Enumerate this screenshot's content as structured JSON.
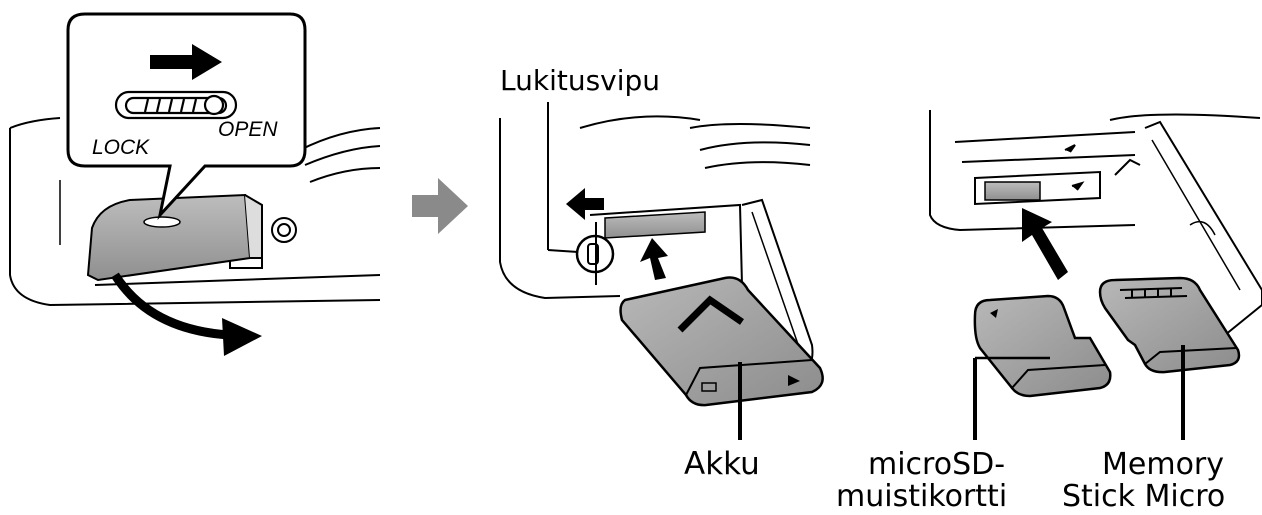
{
  "panel1": {
    "lock_label": "LOCK",
    "open_label": "OPEN"
  },
  "panel2": {
    "lever_label": "Lukitusvipu",
    "battery_label": "Akku"
  },
  "panel3": {
    "microsd_line1": "microSD-",
    "microsd_line2": "muistikortti",
    "memstick_line1": "Memory",
    "memstick_line2": "Stick Micro"
  }
}
